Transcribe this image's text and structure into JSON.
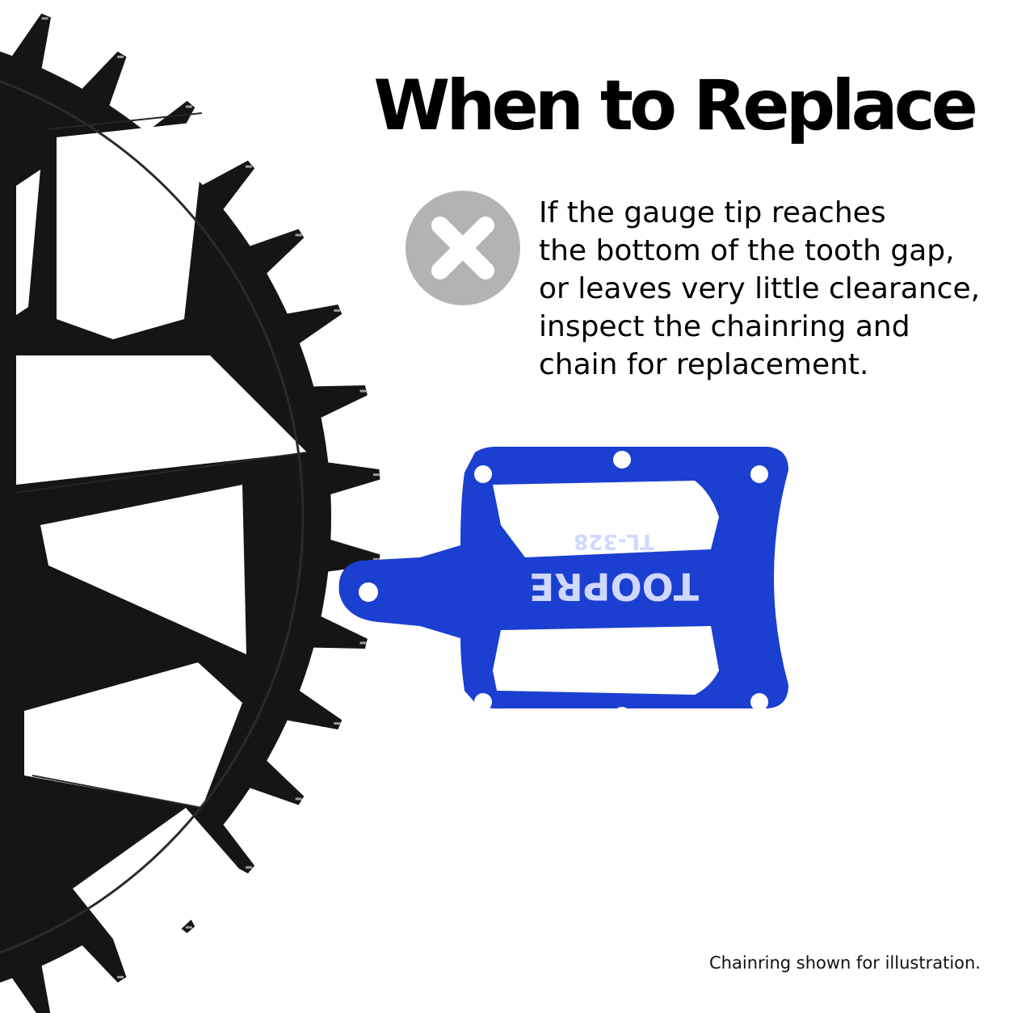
{
  "headline": "When to Replace",
  "instruction": {
    "icon": "x-mark-icon",
    "lines": [
      "If the gauge tip reaches",
      "the bottom of the tooth gap,",
      "or leaves very little clearance,",
      "inspect the chainring and",
      "chain for replacement."
    ]
  },
  "gauge": {
    "brand": "TOOPRE",
    "model": "TL-328",
    "color": "#1b3fd0"
  },
  "chainring": {
    "color": "#151515"
  },
  "footnote": "Chainring shown for illustration."
}
